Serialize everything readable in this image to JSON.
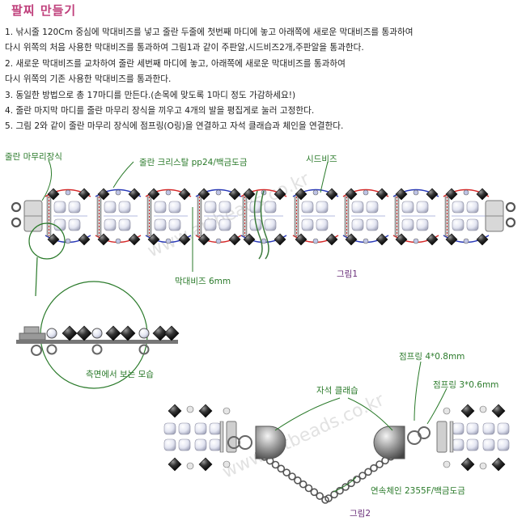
{
  "title": "팔찌 만들기",
  "steps": [
    "1. 낚시줄 120Cm 중심에 막대비즈를 넣고 줄란 두줄에 첫번째 마디에 놓고 아래쪽에 새로운 막대비즈를 통과하여",
    "   다시 위쪽의 처음 사용한 막대비즈를 통과하여 그림1과 같이 주판알,시드비즈2개,주판알을 통과한다.",
    "2. 새로운 막대비즈를 교차하여 줄란 세번째 마디에 놓고, 아래쪽에 새로운 막대비즈를 통과하여",
    "   다시 위쪽의 기존 사용한 막대비즈를 통과한다.",
    "3. 동일한 방법으로 총 17마디를 만든다.(손목에 맞도록 1마디 정도 가감하세요!)",
    "4. 줄란 마지막 마디를 줄란 마무리 장식을 끼우고 4개의 발을 평집게로 눌러 고정한다.",
    "5. 그림 2와 같이 줄란 마무리 장식에 점프링(O링)을 연결하고 자석 클래습과 체인을 연결한다."
  ],
  "labels": {
    "end_cap": "줄란 마무리장식",
    "crystal": "줄란 크리스탈 pp24/백금도금",
    "seed": "시드비즈",
    "bar_bead": "막대비즈 6mm",
    "fig1": "그림1",
    "side_view": "측면에서 보는 모습",
    "jumpring_4": "점프링 4*0.8mm",
    "jumpring_3": "점프링 3*0.6mm",
    "clasp": "자석 클래습",
    "chain": "연속체인 2355F/백금도금",
    "fig2": "그림2"
  },
  "watermark": "www.artbeads.co.kr",
  "colors": {
    "title": "#c0407c",
    "label": "#2a7a2a",
    "figure": "#6a2f7a",
    "red_thread": "#d62a2a",
    "blue_thread": "#2a3ab8"
  }
}
